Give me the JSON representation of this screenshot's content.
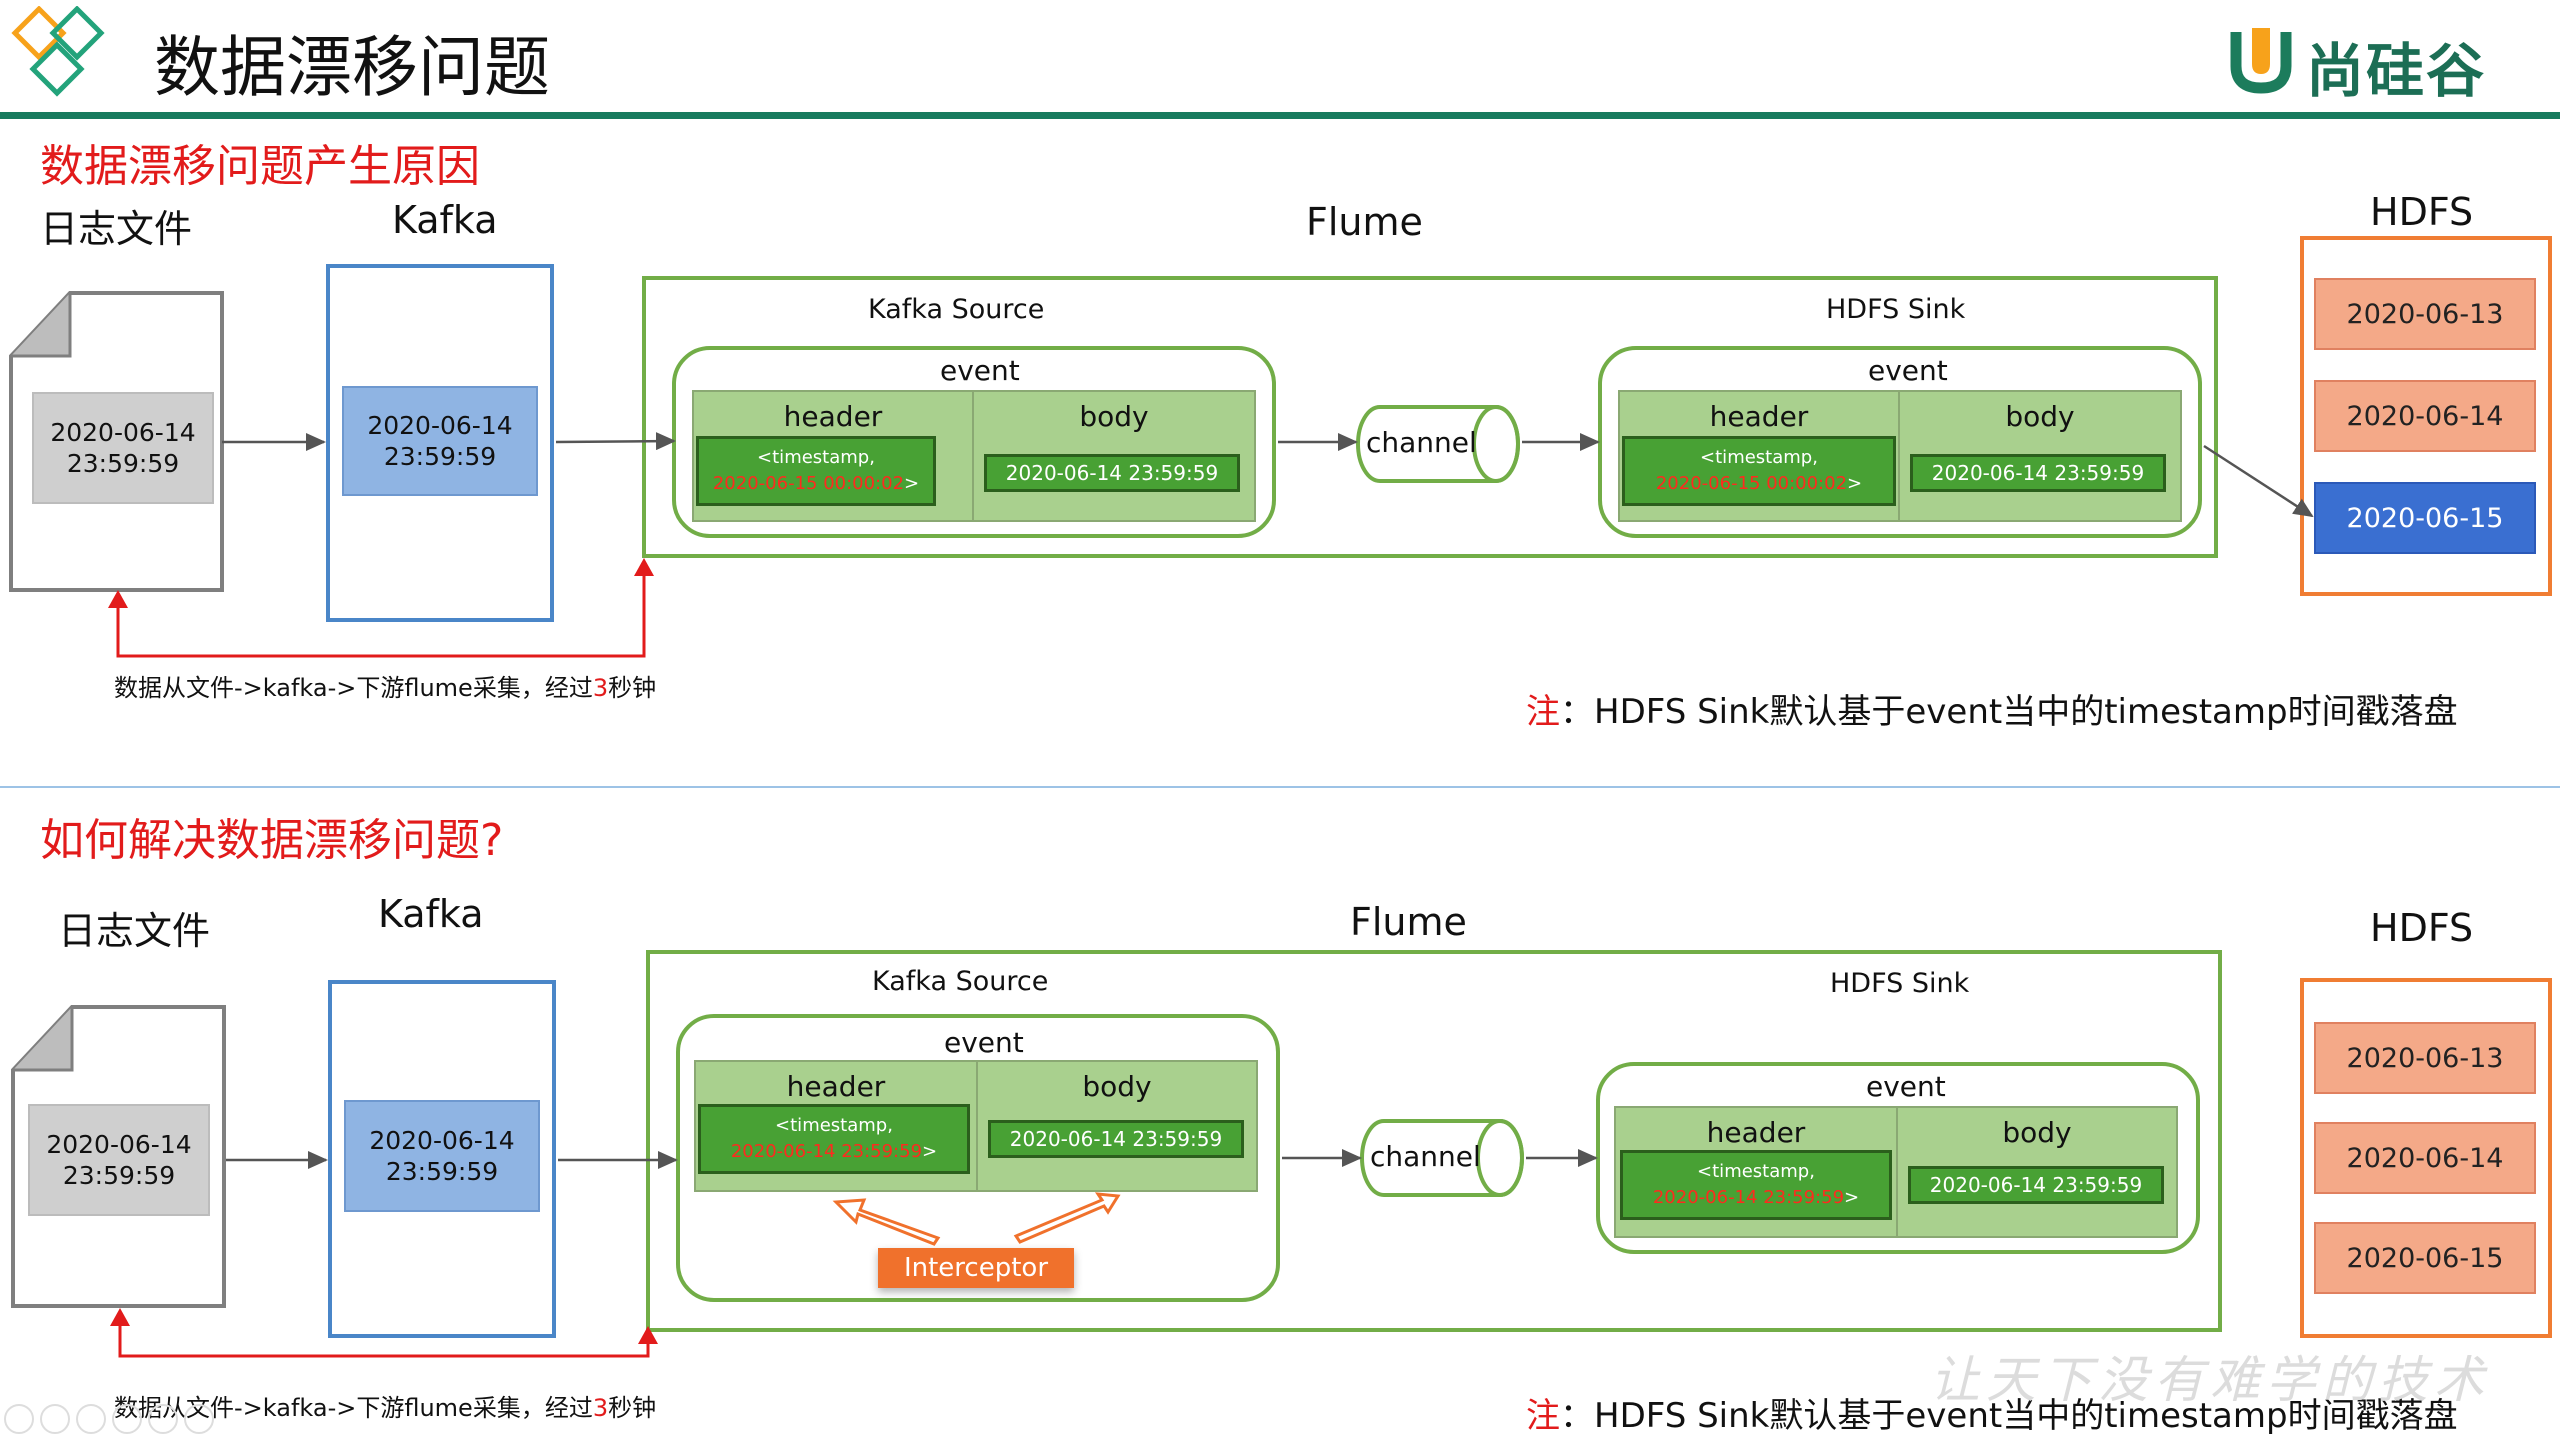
{
  "header": {
    "title": "数据漂移问题",
    "brand": "尚硅谷",
    "accent_color": "#187b5e"
  },
  "section1": {
    "title": "数据漂移问题产生原因",
    "log_label": "日志文件",
    "log_value_line1": "2020-06-14",
    "log_value_line2": "23:59:59",
    "kafka_label": "Kafka",
    "kafka_value_line1": "2020-06-14",
    "kafka_value_line2": "23:59:59",
    "flume_label": "Flume",
    "kafka_source_label": "Kafka Source",
    "hdfs_sink_label": "HDFS Sink",
    "source_event": {
      "event_label": "event",
      "header_label": "header",
      "body_label": "body",
      "timestamp_prefix": "<timestamp,",
      "timestamp_value": "2020-06-15 00:00:02",
      "timestamp_suffix": ">",
      "body_value": "2020-06-14 23:59:59"
    },
    "channel_label": "channel",
    "sink_event": {
      "event_label": "event",
      "header_label": "header",
      "body_label": "body",
      "timestamp_prefix": "<timestamp,",
      "timestamp_value": "2020-06-15 00:00:02",
      "timestamp_suffix": ">",
      "body_value": "2020-06-14 23:59:59"
    },
    "hdfs_label": "HDFS",
    "hdfs_dates": [
      "2020-06-13",
      "2020-06-14",
      "2020-06-15"
    ],
    "delay_note_prefix": "数据从文件->kafka->下游flume采集，经过",
    "delay_note_num": "3",
    "delay_note_suffix": "秒钟",
    "note_prefix": "注",
    "note_text": "：HDFS Sink默认基于event当中的timestamp时间戳落盘"
  },
  "section2": {
    "title": "如何解决数据漂移问题?",
    "log_label": "日志文件",
    "log_value_line1": "2020-06-14",
    "log_value_line2": "23:59:59",
    "kafka_label": "Kafka",
    "kafka_value_line1": "2020-06-14",
    "kafka_value_line2": "23:59:59",
    "flume_label": "Flume",
    "kafka_source_label": "Kafka Source",
    "hdfs_sink_label": "HDFS Sink",
    "source_event": {
      "event_label": "event",
      "header_label": "header",
      "body_label": "body",
      "timestamp_prefix": "<timestamp,",
      "timestamp_value": "2020-06-14 23:59:59",
      "timestamp_suffix": ">",
      "body_value": "2020-06-14 23:59:59"
    },
    "interceptor_label": "Interceptor",
    "channel_label": "channel",
    "sink_event": {
      "event_label": "event",
      "header_label": "header",
      "body_label": "body",
      "timestamp_prefix": "<timestamp,",
      "timestamp_value": "2020-06-14 23:59:59",
      "timestamp_suffix": ">",
      "body_value": "2020-06-14 23:59:59"
    },
    "hdfs_label": "HDFS",
    "hdfs_dates": [
      "2020-06-13",
      "2020-06-14",
      "2020-06-15"
    ],
    "delay_note_prefix": "数据从文件->kafka->下游flume采集，经过",
    "delay_note_num": "3",
    "delay_note_suffix": "秒钟",
    "note_prefix": "注",
    "note_text": "：HDFS Sink默认基于event当中的timestamp时间戳落盘"
  },
  "watermark": "让天下没有难学的技术",
  "colors": {
    "red": "#e21b1b",
    "green_border": "#72ad47",
    "light_green": "#a9d08e",
    "dark_green": "#48a134",
    "salmon": "#f4a988",
    "hdfs_border": "#f07d33",
    "blue_selected": "#3a6fd1",
    "kafka_border": "#4a86c8",
    "interceptor": "#f0712c"
  }
}
